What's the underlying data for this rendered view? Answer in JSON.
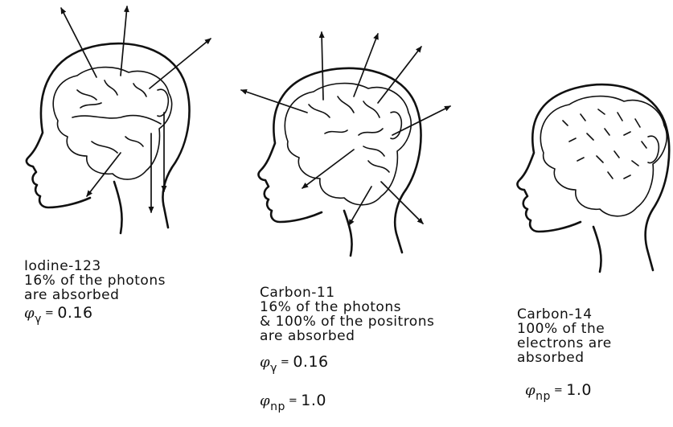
{
  "panels": [
    {
      "isotope": "Iodine-123",
      "lines": [
        "16% of the photons",
        "are absorbed"
      ],
      "formulas": [
        {
          "symbol": "φ",
          "subscript": "γ",
          "value": "0.16"
        }
      ],
      "emitted_arrows": 6
    },
    {
      "isotope": "Carbon-11",
      "lines": [
        "16% of the photons",
        "& 100% of the positrons",
        "are absorbed"
      ],
      "formulas": [
        {
          "symbol": "φ",
          "subscript": "γ",
          "value": "0.16"
        },
        {
          "symbol": "φ",
          "subscript": "np",
          "value": "1.0"
        }
      ],
      "emitted_arrows": 8
    },
    {
      "isotope": "Carbon-14",
      "lines": [
        "100% of the",
        "electrons are",
        "absorbed"
      ],
      "formulas": [
        {
          "symbol": "φ",
          "subscript": "np",
          "value": "1.0"
        }
      ],
      "emitted_arrows": 0
    }
  ]
}
